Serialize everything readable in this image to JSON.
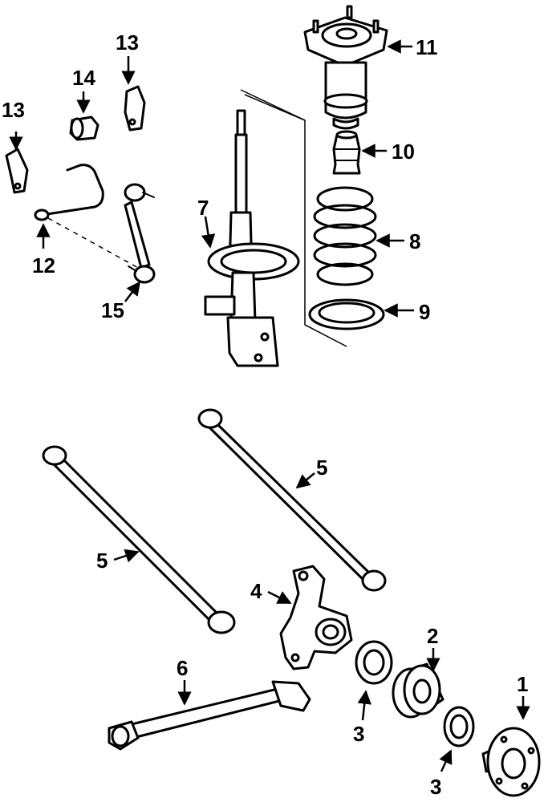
{
  "callouts": [
    {
      "id": "1",
      "label": "1"
    },
    {
      "id": "2",
      "label": "2"
    },
    {
      "id": "3a",
      "label": "3"
    },
    {
      "id": "3b",
      "label": "3"
    },
    {
      "id": "4",
      "label": "4"
    },
    {
      "id": "5a",
      "label": "5"
    },
    {
      "id": "5b",
      "label": "5"
    },
    {
      "id": "6",
      "label": "6"
    },
    {
      "id": "7",
      "label": "7"
    },
    {
      "id": "8",
      "label": "8"
    },
    {
      "id": "9",
      "label": "9"
    },
    {
      "id": "10",
      "label": "10"
    },
    {
      "id": "11",
      "label": "11"
    },
    {
      "id": "12",
      "label": "12"
    },
    {
      "id": "13a",
      "label": "13"
    },
    {
      "id": "13b",
      "label": "13"
    },
    {
      "id": "14",
      "label": "14"
    },
    {
      "id": "15",
      "label": "15"
    }
  ]
}
